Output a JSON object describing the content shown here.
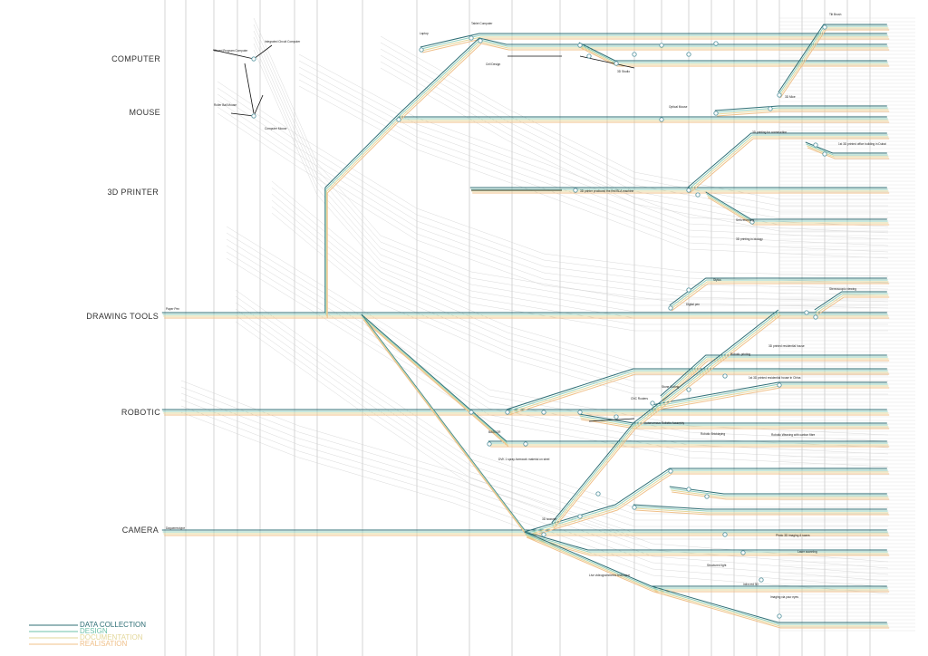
{
  "colors": {
    "data_collection": "#2f6f76",
    "design": "#8fcfbe",
    "documentation": "#e3d79a",
    "realisation": "#f0c08a",
    "grid": "#b8b8b8",
    "node": "#5f9aa5"
  },
  "categories": [
    {
      "id": "computer",
      "label": "COMPUTER"
    },
    {
      "id": "mouse",
      "label": "MOUSE"
    },
    {
      "id": "printer",
      "label": "3D PRINTER"
    },
    {
      "id": "drawing",
      "label": "DRAWING TOOLS"
    },
    {
      "id": "robotic",
      "label": "ROBOTIC"
    },
    {
      "id": "camera",
      "label": "CAMERA"
    }
  ],
  "legend": [
    {
      "label": "DATA COLLECTION",
      "color": "#2f6f76"
    },
    {
      "label": "DESIGN",
      "color": "#6cc0a8"
    },
    {
      "label": "DOCUMENTATION",
      "color": "#e3d79a"
    },
    {
      "label": "REALISATION",
      "color": "#f0c08a"
    }
  ],
  "events": [
    {
      "text": "Stored Program Computer"
    },
    {
      "text": "Integrated Circuit Computer"
    },
    {
      "text": "Laptop"
    },
    {
      "text": "Tablet Computer"
    },
    {
      "text": "Cell Design"
    },
    {
      "text": "3D Studio"
    },
    {
      "text": "Tilt Brush"
    },
    {
      "text": "3D Mice"
    },
    {
      "text": "Roller Ball Mouse"
    },
    {
      "text": "Computer Mouse"
    },
    {
      "text": "Optical Mouse"
    },
    {
      "text": "3D printing for construction"
    },
    {
      "text": "3D printer produced the first BLA machine"
    },
    {
      "text": "1st 3D printed office building in Dubai"
    },
    {
      "text": "Self-reforming"
    },
    {
      "text": "3D printing in biology"
    },
    {
      "text": "Paper Pen"
    },
    {
      "text": "Stylus"
    },
    {
      "text": "Digital pen"
    },
    {
      "text": "Stereoscopic viewing"
    },
    {
      "text": "3D printed residential house"
    },
    {
      "text": "Robotic printing"
    },
    {
      "text": "1st 3D printed residential house in China"
    },
    {
      "text": "Robotic Weaving with carbon fibre"
    },
    {
      "text": "CNC Routers"
    },
    {
      "text": "Stone Cutting"
    },
    {
      "text": "Autonomous Robotic Assembly"
    },
    {
      "text": "Robotic Bricklaying"
    },
    {
      "text": "BASCOR"
    },
    {
      "text": "DVK 1 spray-formwork material on steel"
    },
    {
      "text": "Daguerreotype"
    },
    {
      "text": "3D scanner"
    },
    {
      "text": "Photo 3D imaging & scans"
    },
    {
      "text": "Laser scanning"
    },
    {
      "text": "Structured light"
    },
    {
      "text": "Infra red 3D"
    },
    {
      "text": "Live videogrammetric technique"
    },
    {
      "text": "Imaging via your eyes"
    }
  ]
}
